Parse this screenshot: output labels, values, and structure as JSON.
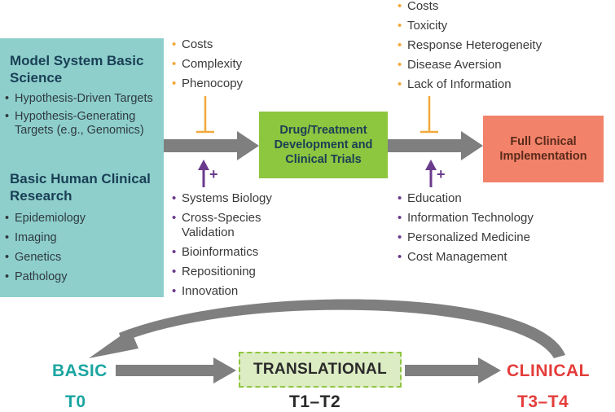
{
  "model_box": {
    "heading1": "Model System Basic Science",
    "items1": [
      "Hypothesis-Driven Targets",
      "Hypothesis-Generating Targets (e.g., Genomics)"
    ],
    "heading2": "Basic Human Clinical Research",
    "items2": [
      "Epidemiology",
      "Imaging",
      "Genetics",
      "Pathology"
    ]
  },
  "barriers_1": [
    "Costs",
    "Complexity",
    "Phenocopy"
  ],
  "enablers_1": [
    "Systems Biology",
    "Cross-Species Validation",
    "Bioinformatics",
    "Repositioning",
    "Innovation"
  ],
  "drug_box": {
    "label": "Drug/Treatment Development and Clinical Trials"
  },
  "barriers_2": [
    "Costs",
    "Toxicity",
    "Response Heterogeneity",
    "Disease Aversion",
    "Lack of Information"
  ],
  "enablers_2": [
    "Education",
    "Information Technology",
    "Personalized Medicine",
    "Cost Management"
  ],
  "clinical_box": {
    "label": "Full Clinical Implementation"
  },
  "plus_sign": "+",
  "bullet": "•",
  "bottom": {
    "basic": "BASIC",
    "basic_code": "T0",
    "translational": "TRANSLATIONAL",
    "translational_code": "T1–T2",
    "clinical": "CLINICAL",
    "clinical_code": "T3–T4"
  },
  "colors": {
    "teal_box": "#8ecfcc",
    "green_box": "#8dc63f",
    "salmon_box": "#f2826a",
    "arrow_gray": "#7f7f7f",
    "barrier_orange": "#f2a93b",
    "enabler_purple": "#6a3a8c",
    "basic_teal": "#1aa5a0",
    "clinical_red": "#e43d3b"
  }
}
